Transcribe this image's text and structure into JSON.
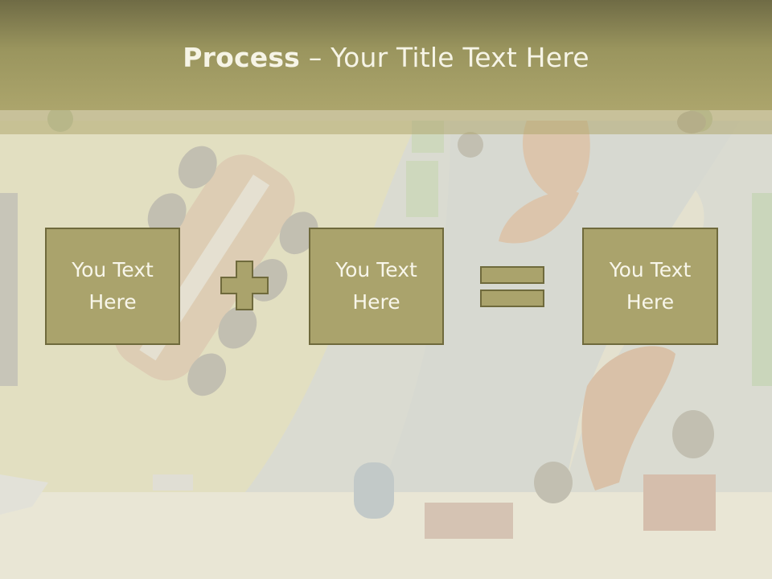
{
  "slide": {
    "title_bold": "Process",
    "title_rest": " – Your Title Text Here"
  },
  "boxes": [
    {
      "text": "You Text\nHere"
    },
    {
      "text": "You Text\nHere"
    },
    {
      "text": "You Text\nHere"
    }
  ],
  "operators": [
    "plus-icon",
    "equals-icon"
  ],
  "colors": {
    "title_bar": "#9a955e",
    "box_fill": "#aaa36c",
    "box_border": "#6f6a3c",
    "text_light": "#f6f4e6"
  }
}
